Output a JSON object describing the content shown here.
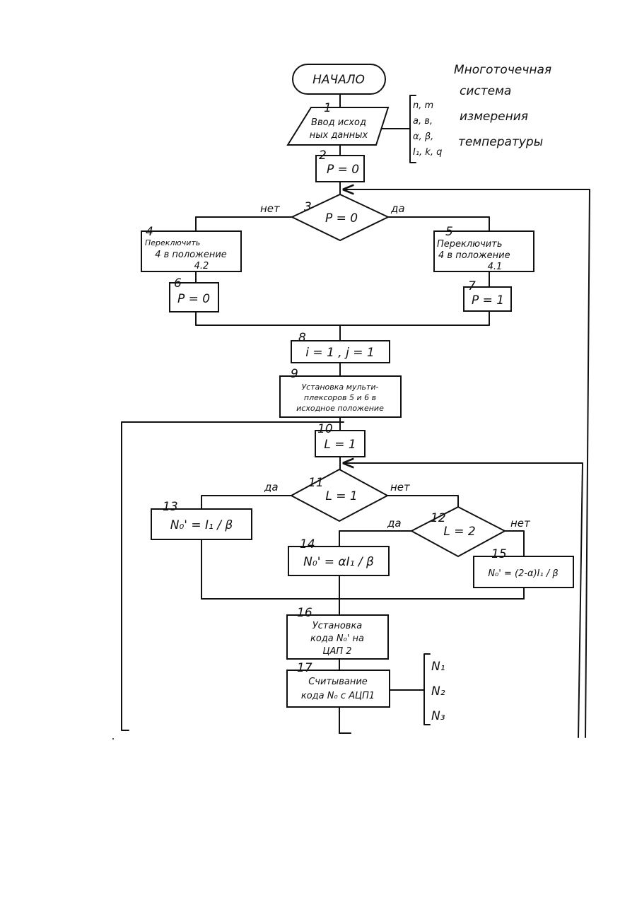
{
  "title": {
    "line1": "Многоточечная",
    "line2": "система",
    "line3": "измерения",
    "line4": "температуры"
  },
  "blocks": {
    "start": {
      "text": "НАЧАЛО"
    },
    "b1": {
      "num": "1",
      "line1": "Ввод исход",
      "line2": "ных данных"
    },
    "params": {
      "line1": "n, m",
      "line2": "a, в,",
      "line3": "α, β,",
      "line4": "I₁, k, q"
    },
    "b2": {
      "num": "2",
      "text": "P = 0"
    },
    "b3": {
      "num": "3",
      "text": "P = 0"
    },
    "b4": {
      "num": "4",
      "line1": "Переключить",
      "line2": "4 в положение",
      "line3": "4.2"
    },
    "b5": {
      "num": "5",
      "line1": "Переключить",
      "line2": "4 в положение",
      "line3": "4.1"
    },
    "b6": {
      "num": "6",
      "text": "P = 0"
    },
    "b7": {
      "num": "7",
      "text": "P = 1"
    },
    "b8": {
      "num": "8",
      "text": "i = 1 ,  j = 1"
    },
    "b9": {
      "num": "9",
      "line1": "Установка мульти-",
      "line2": "плексоров 5 и 6 в",
      "line3": "исходное положение"
    },
    "b10": {
      "num": "10",
      "text": "L = 1"
    },
    "b11": {
      "num": "11",
      "text": "L = 1"
    },
    "b12": {
      "num": "12",
      "text": "L = 2"
    },
    "b13": {
      "num": "13",
      "text": "N₀' = I₁ / β"
    },
    "b14": {
      "num": "14",
      "text": "N₀' = αI₁ / β"
    },
    "b15": {
      "num": "15",
      "text": "N₀' = (2-α)I₁ / β"
    },
    "b16": {
      "num": "16",
      "line1": "Установка",
      "line2": "кода N₀' на",
      "line3": "ЦАП 2"
    },
    "b17": {
      "num": "17",
      "line1": "Считывание",
      "line2": "кода N₀ с АЦП1"
    },
    "outputs": {
      "n1": "N₁",
      "n2": "N₂",
      "n3": "N₃"
    }
  },
  "edges": {
    "b3_no": "нет",
    "b3_yes": "да",
    "b11_yes": "да",
    "b11_no": "нет",
    "b12_yes": "да",
    "b12_no": "нет"
  }
}
